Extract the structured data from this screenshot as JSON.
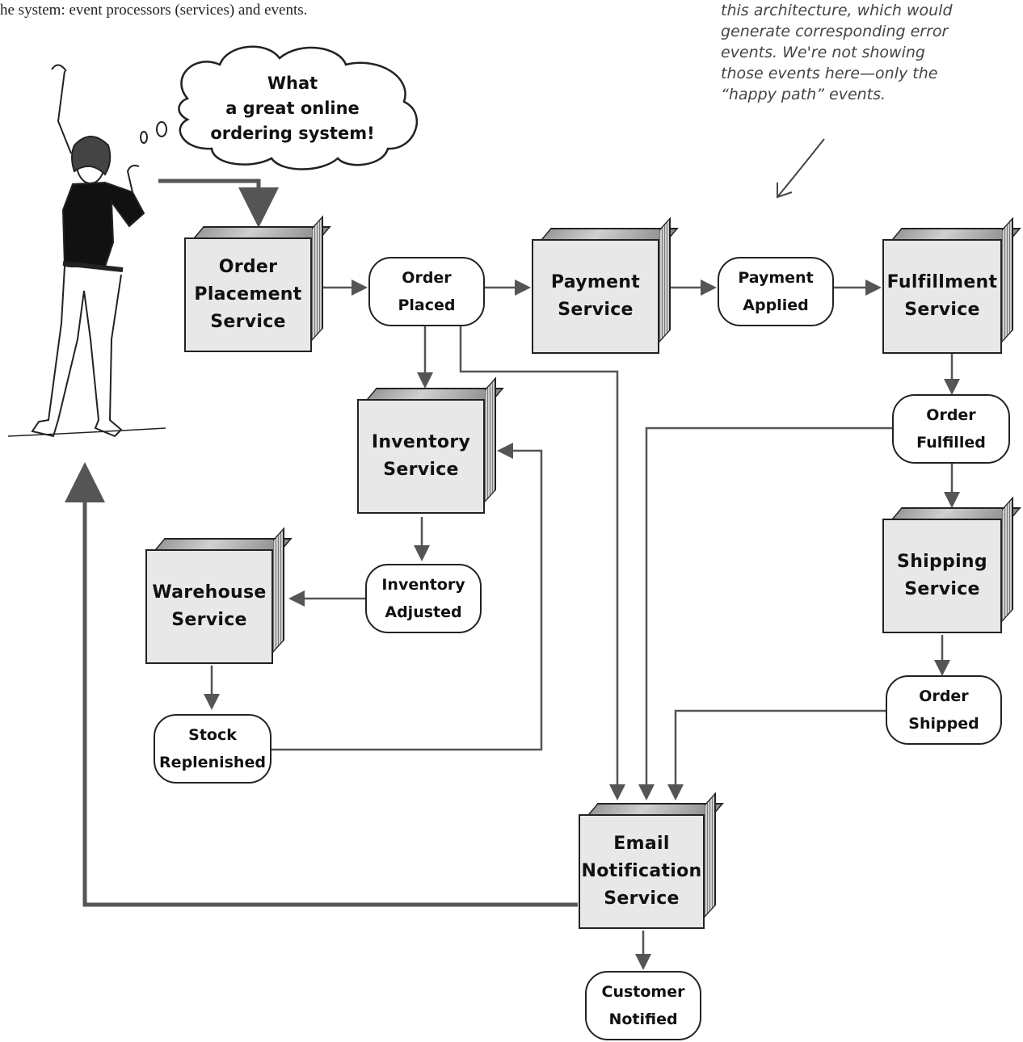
{
  "caption": "he system: event processors (services) and events.",
  "note": {
    "lines": [
      "this architecture, which would",
      "generate corresponding error",
      "events. We're not showing",
      "those events here—only the",
      "“happy path” events."
    ]
  },
  "speech_bubble": {
    "lines": [
      "What",
      "a great online",
      "ordering system!"
    ]
  },
  "services": {
    "order_placement": [
      "Order",
      "Placement",
      "Service"
    ],
    "payment": [
      "Payment",
      "Service"
    ],
    "fulfillment": [
      "Fulfillment",
      "Service"
    ],
    "inventory": [
      "Inventory",
      "Service"
    ],
    "warehouse": [
      "Warehouse",
      "Service"
    ],
    "shipping": [
      "Shipping",
      "Service"
    ],
    "email_notification": [
      "Email",
      "Notification",
      "Service"
    ]
  },
  "events": {
    "order_placed": [
      "Order",
      "Placed"
    ],
    "payment_applied": [
      "Payment",
      "Applied"
    ],
    "order_fulfilled": [
      "Order",
      "Fulfilled"
    ],
    "inventory_adjusted": [
      "Inventory",
      "Adjusted"
    ],
    "stock_replenished": [
      "Stock",
      "Replenished"
    ],
    "order_shipped": [
      "Order",
      "Shipped"
    ],
    "customer_notified": [
      "Customer",
      "Notified"
    ]
  },
  "colors": {
    "service_fill": "#e8e8e8",
    "line": "#555555",
    "ink": "#222222"
  }
}
